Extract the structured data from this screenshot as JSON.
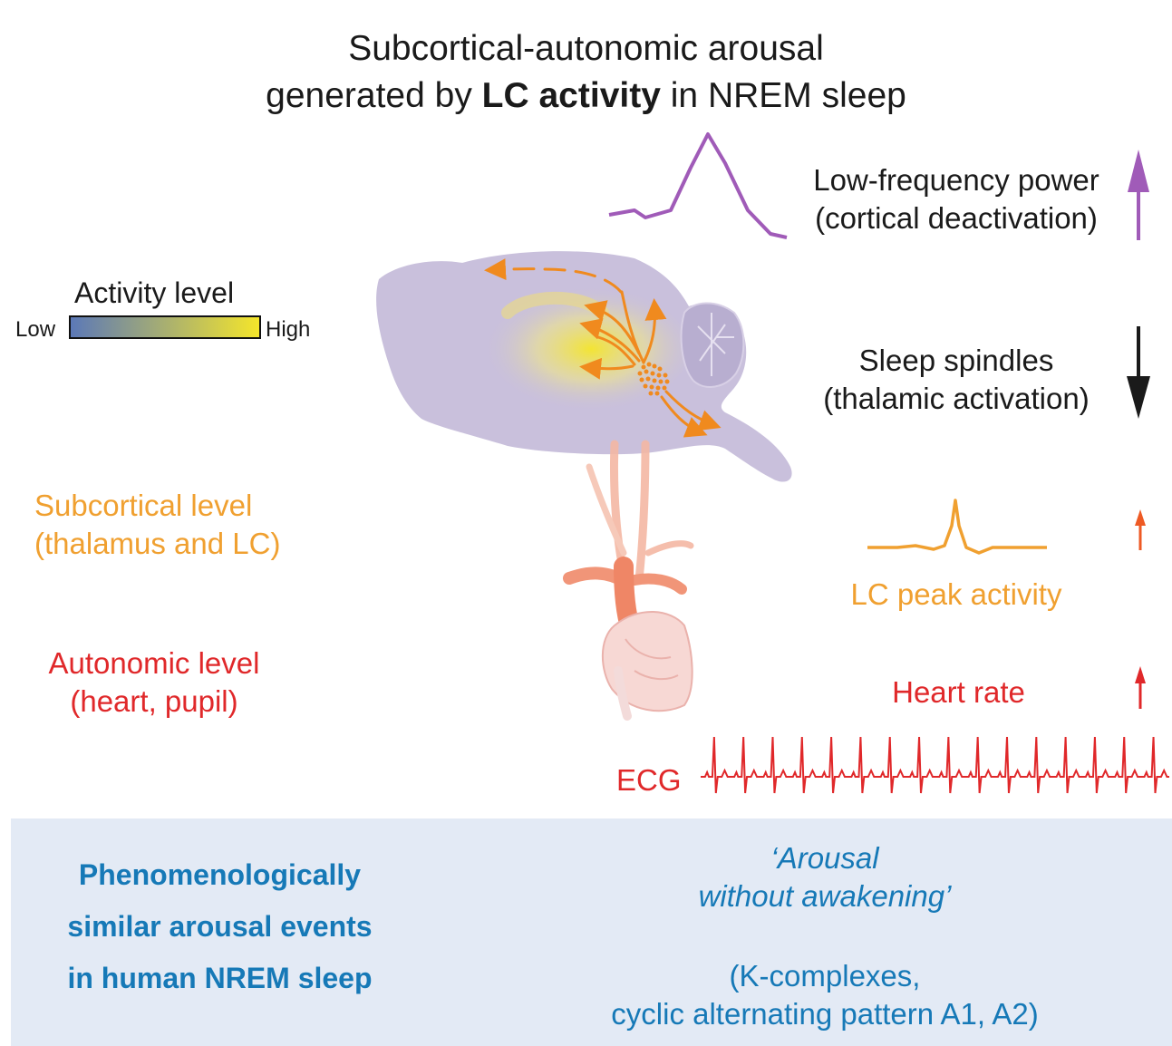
{
  "title": {
    "line1": "Subcortical-autonomic arousal",
    "line2_prefix": "generated by",
    "line2_bold": "LC activity",
    "line2_suffix": "in NREM sleep"
  },
  "legend": {
    "title": "Activity level",
    "low": "Low",
    "high": "High",
    "gradient_colors": [
      "#5b78b8",
      "#f5e62a"
    ]
  },
  "left_labels": {
    "subcortical": [
      "Subcortical level",
      "(thalamus and LC)"
    ],
    "autonomic": [
      "Autonomic level",
      "(heart, pupil)"
    ]
  },
  "right_labels": {
    "low_freq": [
      "Low-frequency power",
      "(cortical deactivation)"
    ],
    "spindles": [
      "Sleep spindles",
      "(thalamic activation)"
    ],
    "lc_peak": "LC peak activity",
    "heart_rate": "Heart rate",
    "ecg": "ECG"
  },
  "arrows": {
    "low_freq": "up",
    "spindles": "down",
    "lc_peak": "up",
    "heart_rate": "up"
  },
  "bottom": {
    "left_lines": [
      "Phenomenologically",
      "similar arousal events",
      "in human NREM sleep"
    ],
    "quote_lines": [
      "‘Arousal",
      "without awakening’"
    ],
    "paren_lines": [
      "(K-complexes,",
      "cyclic alternating pattern A1, A2)"
    ]
  },
  "colors": {
    "purple": "#a05bb8",
    "orange": "#f0a030",
    "red": "#e0282a",
    "blue": "#1679b7",
    "panel": "#e3eaf5",
    "brain": "#c9c0dc"
  }
}
